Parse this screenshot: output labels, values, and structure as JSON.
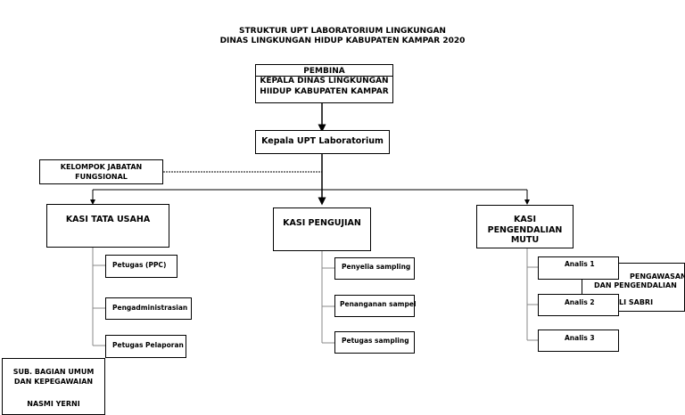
{
  "title": {
    "line1": "STRUKTUR UPT LABORATORIUM LINGKUNGAN",
    "line2": "DINAS LINGKUNGAN HIDUP KABUPATEN KAMPAR 2020"
  },
  "pembina": {
    "label": "PEMBINA",
    "line1": "KEPALA DINAS LINGKUNGAN",
    "line2": "HIIDUP KABUPATEN KAMPAR"
  },
  "kepala_upt": "Kepala UPT Laboratorium",
  "jabatan_fungsional": {
    "line1": "KELOMPOK JABATAN",
    "line2": "FUNGSIONAL"
  },
  "kasi_tata_usaha": {
    "label": "KASI TATA USAHA",
    "staff": [
      "Petugas (PPC)",
      "Pengadministrasian",
      "Petugas Pelaporan"
    ]
  },
  "kasi_pengujian": {
    "label": "KASI PENGUJIAN",
    "staff": [
      "Penyelia sampling",
      "Penanganan sampel",
      "Petugas sampling"
    ]
  },
  "kasi_pengendalian_mutu": {
    "line1": "KASI",
    "line2": "PENGENDALIAN",
    "line3": "MUTU",
    "staff": [
      "Analis 1",
      "Analis 2",
      "Analis 3"
    ]
  },
  "overlay_box": {
    "line1": "PENGAWASAN",
    "line2": "DAN PENGENDALIAN",
    "line3": "LI SABRI"
  },
  "sub_bagian": {
    "line1": "SUB. BAGIAN UMUM",
    "line2": "DAN KEPEGAWAIAN",
    "name": "NASMI YERNI"
  }
}
